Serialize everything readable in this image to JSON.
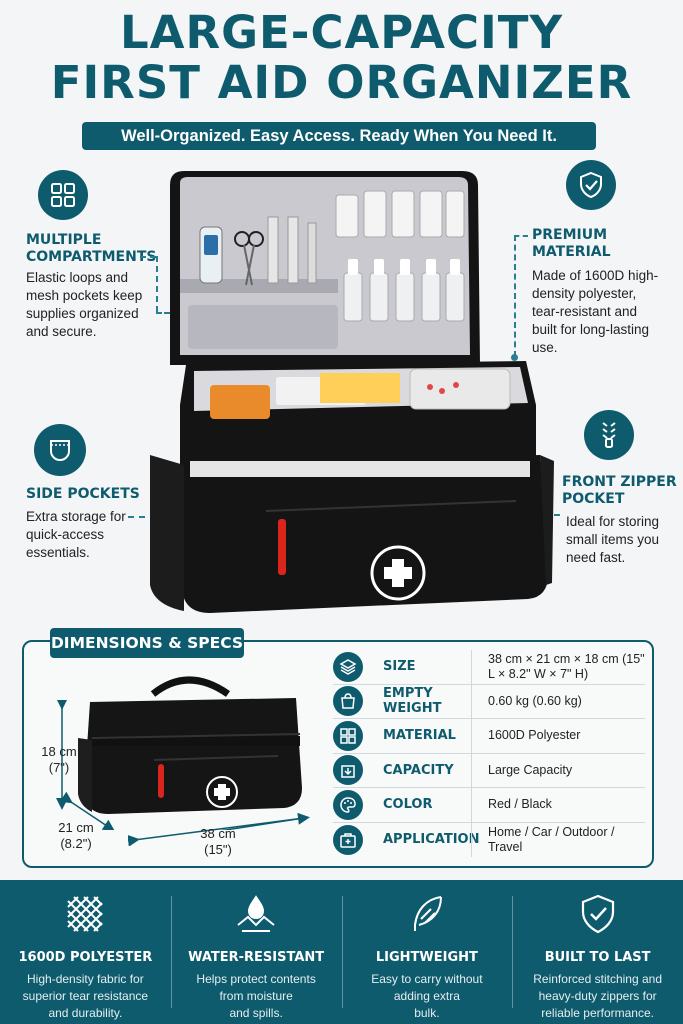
{
  "header": {
    "title_line1": "LARGE-CAPACITY",
    "title_line2": "FIRST AID ORGANIZER",
    "tagline": "Well-Organized. Easy Access. Ready When You Need It."
  },
  "callouts": {
    "multiple": {
      "title_line1": "MULTIPLE",
      "title_line2": "COMPARTMENTS",
      "text": "Elastic loops and mesh pockets keep supplies organized and secure.",
      "icon": "grid-icon"
    },
    "premium": {
      "title": "PREMIUM MATERIAL",
      "text": "Made of 1600D high-density polyester, tear-resistant and built for long-lasting use.",
      "icon": "shield-check-icon"
    },
    "side": {
      "title": "SIDE POCKETS",
      "text": "Extra storage for quick-access essentials.",
      "icon": "pocket-icon"
    },
    "front": {
      "title_line1": "FRONT ZIPPER",
      "title_line2": "POCKET",
      "text": "Ideal for storing small items you need fast.",
      "icon": "zipper-icon"
    }
  },
  "dimensions": {
    "label": "DIMENSIONS & SPECS",
    "height_cm": "18 cm",
    "height_in": "(7\")",
    "depth_cm": "21 cm",
    "depth_in": "(8.2\")",
    "length_cm": "38 cm",
    "length_in": "(15\")"
  },
  "specs": [
    {
      "key": "SIZE",
      "value": "38 cm × 21 cm × 18 cm (15\" L × 8.2\" W × 7\" H)",
      "icon": "layers-icon"
    },
    {
      "key": "EMPTY WEIGHT",
      "value": "0.60 kg (0.60 kg)",
      "icon": "weight-bag-icon"
    },
    {
      "key": "MATERIAL",
      "value": "1600D Polyester",
      "icon": "grid-icon"
    },
    {
      "key": "CAPACITY",
      "value": "Large Capacity",
      "icon": "box-arrow-icon"
    },
    {
      "key": "COLOR",
      "value": "Red / Black",
      "icon": "palette-icon"
    },
    {
      "key": "APPLICATION",
      "value": "Home / Car / Outdoor / Travel",
      "icon": "first-aid-bag-icon"
    }
  ],
  "features": [
    {
      "title": "1600D POLYESTER",
      "text": "High-density fabric for\nsuperior tear resistance\nand durability.",
      "icon": "weave-icon"
    },
    {
      "title": "WATER-RESISTANT",
      "text": "Helps protect contents\nfrom moisture\nand spills.",
      "icon": "droplet-icon"
    },
    {
      "title": "LIGHTWEIGHT",
      "text": "Easy to carry without\nadding extra\nbulk.",
      "icon": "feather-icon"
    },
    {
      "title": "BUILT TO LAST",
      "text": "Reinforced stitching and\nheavy-duty zippers for\nreliable performance.",
      "icon": "shield-check-icon"
    }
  ],
  "colors": {
    "teal": "#0f5b6e",
    "accent_red": "#d9261c",
    "bag_black": "#141414"
  }
}
